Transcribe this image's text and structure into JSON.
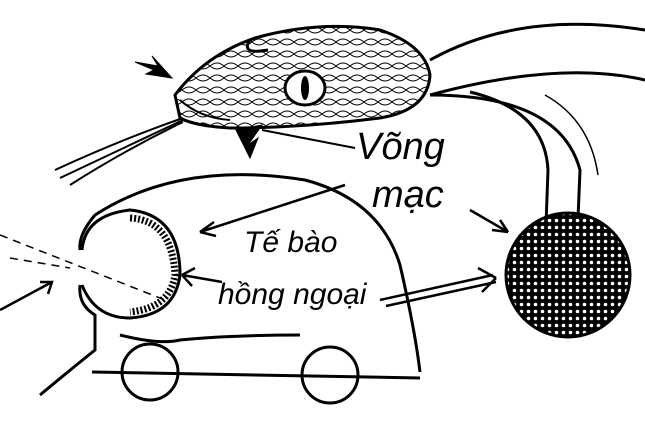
{
  "labels": {
    "retina_line1": "Võng",
    "retina_line2": "mạc",
    "cell_line1": "Tế bào",
    "cell_line2": "hồng ngoại"
  },
  "colors": {
    "ink": "#000000",
    "background": "#ffffff"
  }
}
